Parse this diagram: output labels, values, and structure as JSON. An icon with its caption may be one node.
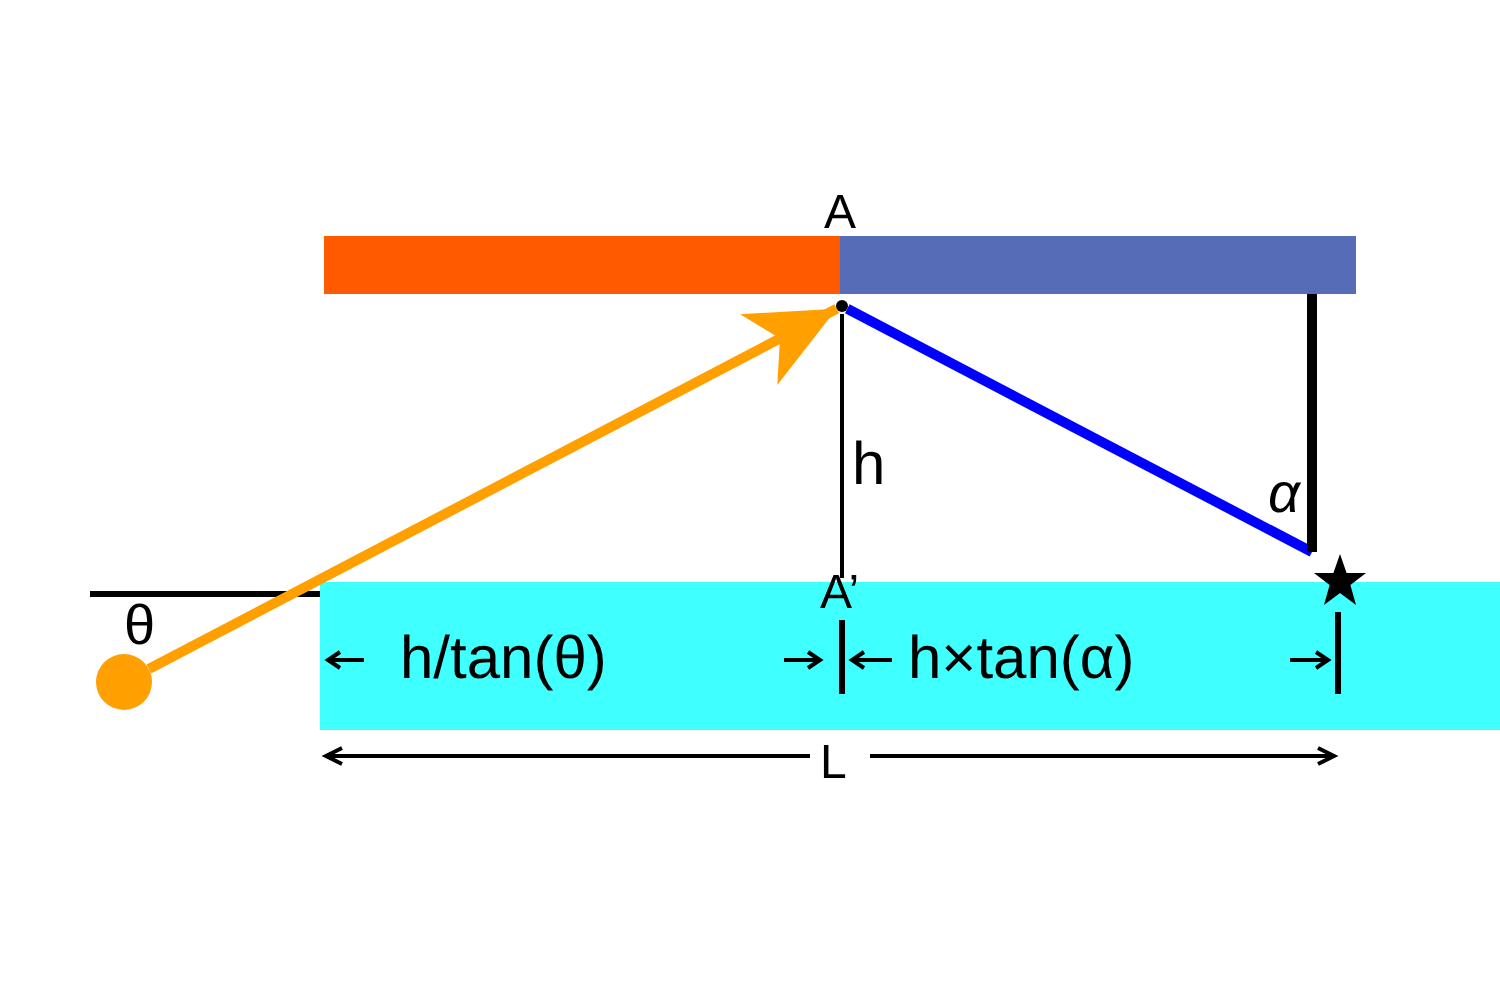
{
  "diagram": {
    "nodes": [
      {
        "text": [],
        "shape": "bar"
      },
      {
        "text": [],
        "shape": "bar"
      },
      {
        "text": [],
        "shape": "point"
      },
      {
        "text": [],
        "shape": "circle",
        "beside": [
          "θ"
        ]
      },
      {
        "text": [],
        "shape": "star"
      }
    ],
    "edges": [
      {
        "from": 3,
        "to": 2,
        "arrow": "to",
        "color": "#ffa000"
      },
      {
        "from": 2,
        "to": 4,
        "arrow": "none",
        "color": "#0000ff"
      },
      {
        "from": 1,
        "to": 4,
        "arrow": "none",
        "color": "#000000"
      }
    ],
    "labels": [
      "A",
      "h",
      "α",
      "A’",
      "h/tan(θ)",
      "h×tan(α)",
      "L"
    ]
  }
}
